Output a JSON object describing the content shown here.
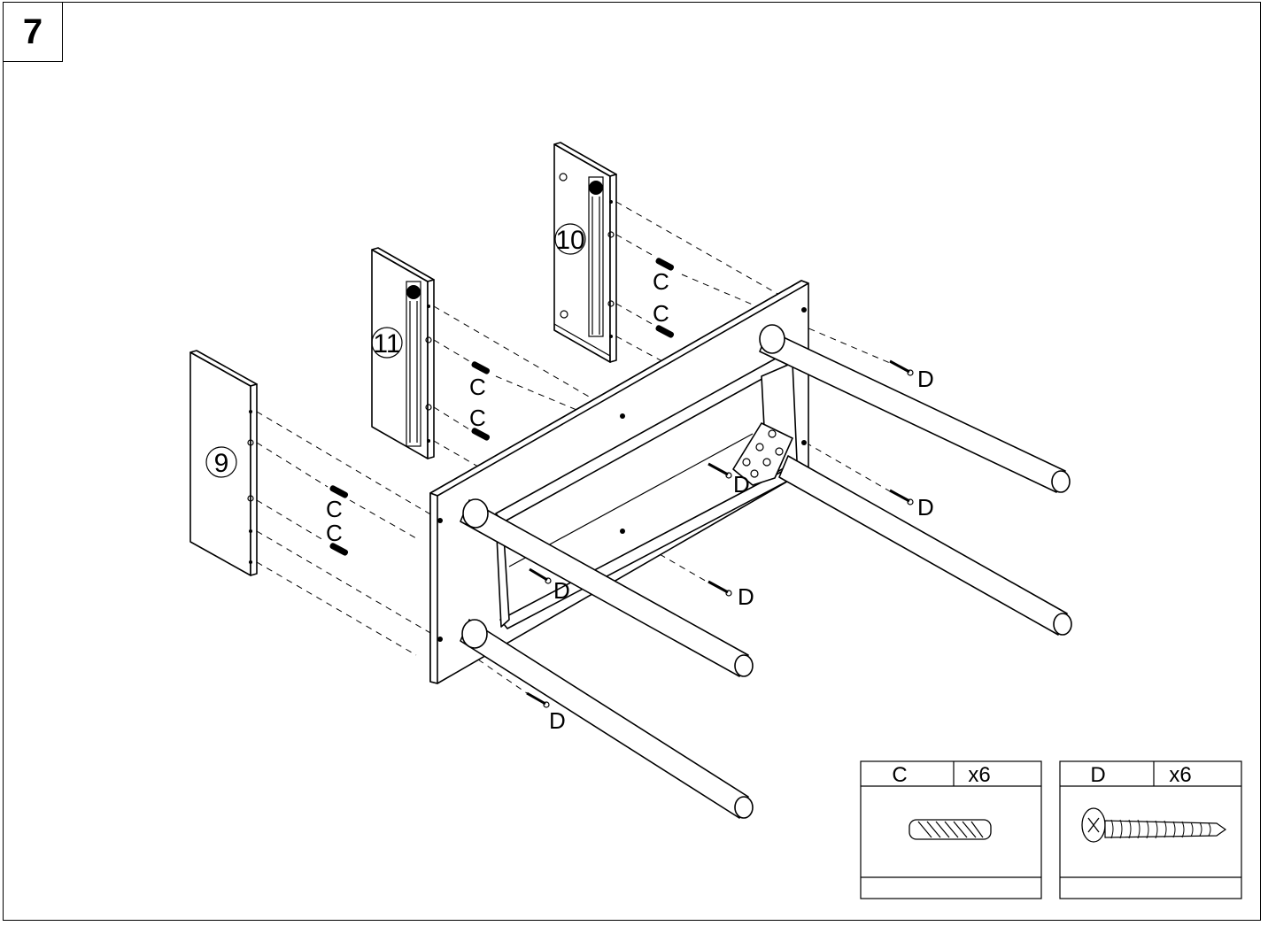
{
  "step": {
    "number": "7"
  },
  "parts": {
    "p9": "9",
    "p10": "10",
    "p11": "11"
  },
  "labels": {
    "dowel": "C",
    "screw": "D"
  },
  "hardware": [
    {
      "id": "C",
      "count": "x6"
    },
    {
      "id": "D",
      "count": "x6"
    }
  ]
}
